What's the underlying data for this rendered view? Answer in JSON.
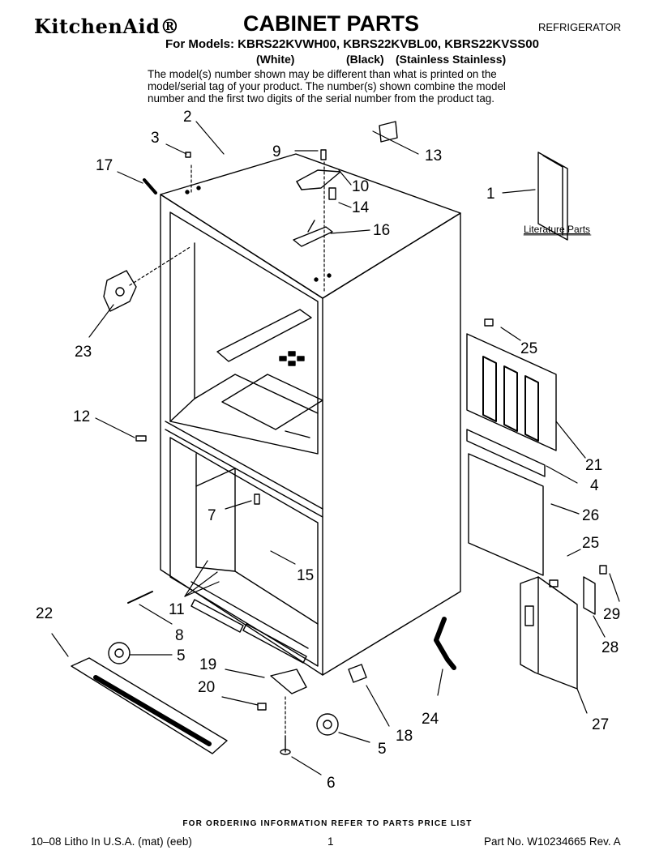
{
  "header": {
    "brand": "KitchenAid®",
    "title": "CABINET PARTS",
    "category": "REFRIGERATOR",
    "models_line": "For Models: KBRS22KVWH00, KBRS22KVBL00, KBRS22KVSS00",
    "finishes": [
      "(White)",
      "(Black)",
      "(Stainless Stainless)"
    ],
    "note_lines": [
      "The model(s) number shown may be different than what is printed on the",
      "model/serial tag of your product. The number(s) shown combine the model",
      "number and the first two digits of the serial number from the product tag."
    ]
  },
  "diagram": {
    "literature_label": "Literature Parts",
    "callouts": [
      "1",
      "2",
      "3",
      "4",
      "5",
      "5",
      "6",
      "7",
      "8",
      "9",
      "10",
      "11",
      "12",
      "13",
      "14",
      "15",
      "16",
      "17",
      "18",
      "19",
      "20",
      "21",
      "22",
      "23",
      "24",
      "25",
      "25",
      "26",
      "27",
      "28",
      "29"
    ]
  },
  "footer": {
    "order_info": "FOR ORDERING INFORMATION REFER TO PARTS PRICE LIST",
    "litho": "10–08 Litho In U.S.A. (mat) (eeb)",
    "page": "1",
    "part_no": "Part No. W10234665 Rev. A"
  }
}
